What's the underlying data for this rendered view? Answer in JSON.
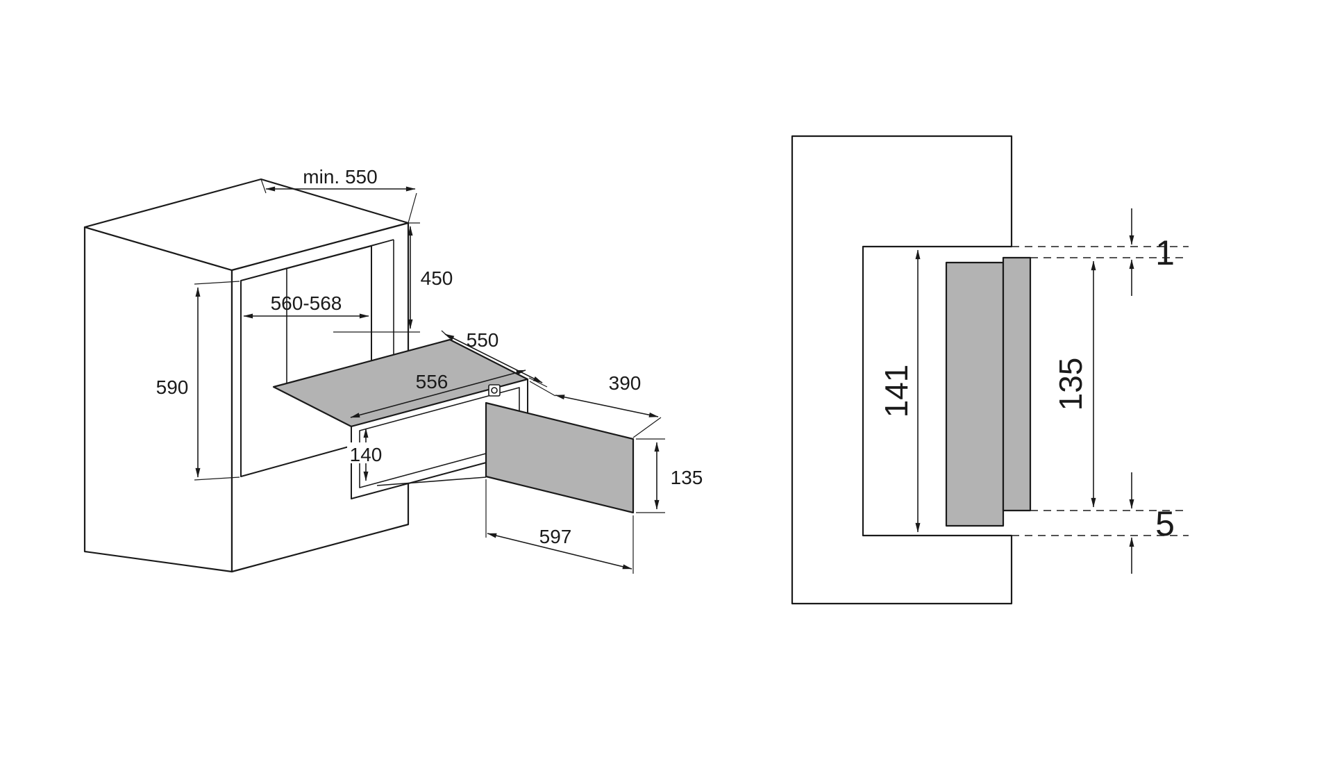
{
  "left_view": {
    "name": "cabinet-niche-isometric-view",
    "dims": {
      "niche_depth_min": "min. 550",
      "top_height": "450",
      "niche_width": "560-568",
      "niche_height": "590",
      "appliance_depth": "550",
      "appliance_width": "556",
      "pullout_depth": "390",
      "appliance_height": "140",
      "front_panel_height": "135",
      "front_panel_width": "597"
    }
  },
  "right_view": {
    "name": "side-section-view",
    "dims": {
      "niche_inner_height": "141",
      "front_panel_height": "135",
      "top_gap": "1",
      "bottom_gap": "5"
    }
  },
  "colors": {
    "line": "#1a1a1a",
    "appliance_fill": "#b3b3b3",
    "background": "#ffffff"
  }
}
